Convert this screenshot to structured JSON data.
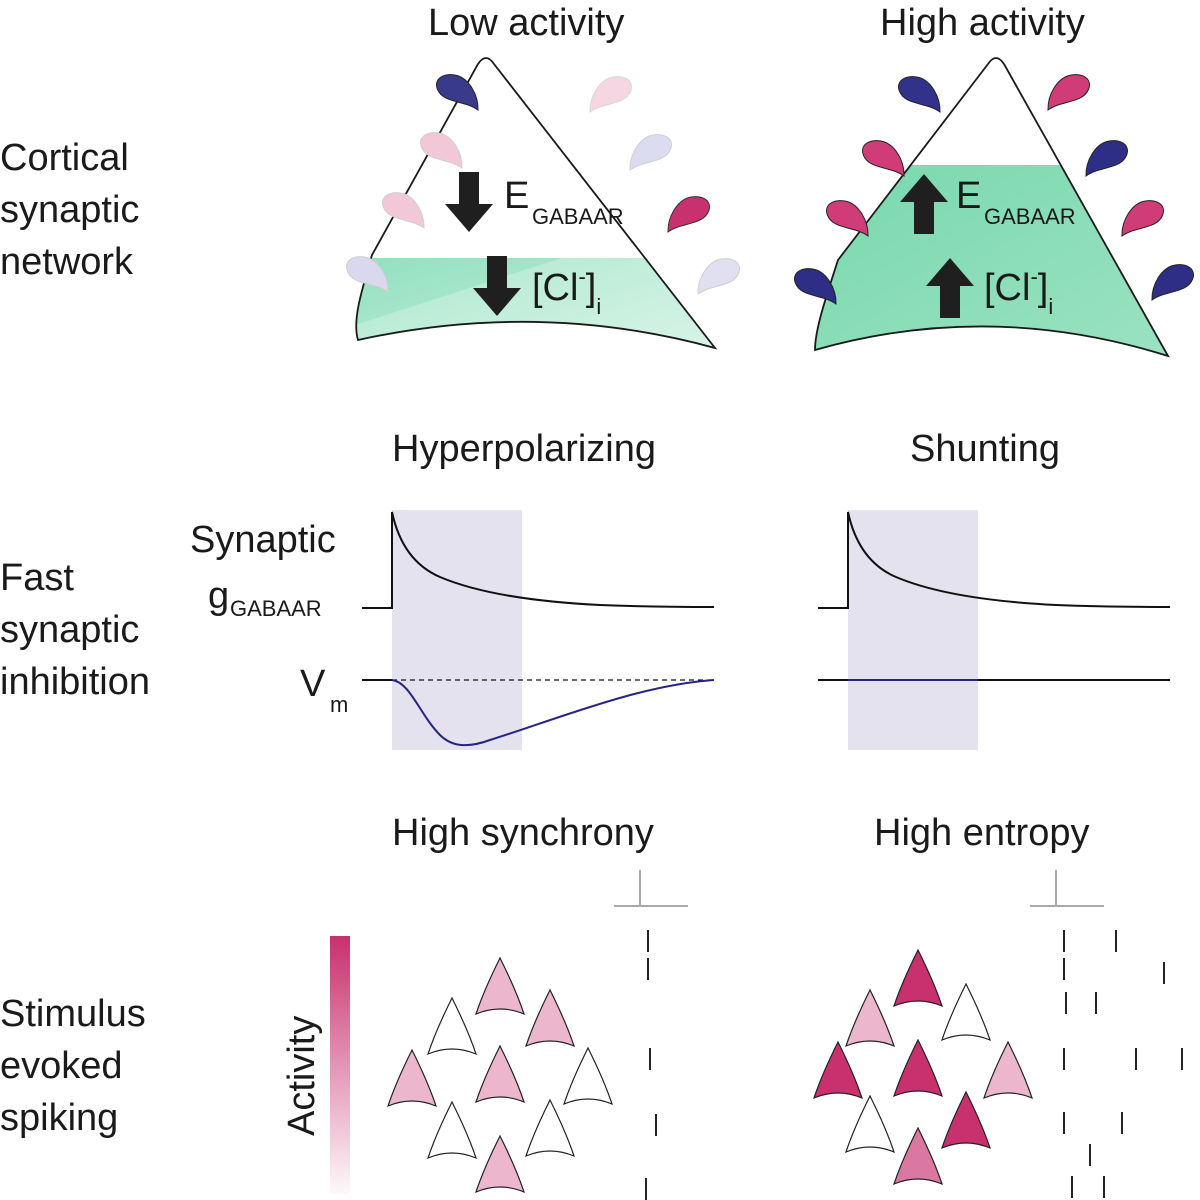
{
  "rows": {
    "network": [
      "Cortical",
      "synaptic",
      "network"
    ],
    "inhibition": [
      "Fast",
      "synaptic",
      "inhibition"
    ],
    "spiking": [
      "Stimulus",
      "evoked",
      "spiking"
    ]
  },
  "panels": {
    "low_activity": {
      "title": "Low activity",
      "e_label": "E",
      "e_sub": "GABAAR",
      "cl_label": "[Cl",
      "cl_sup": "-",
      "cl_close": "]",
      "cl_sub": "i",
      "arrow_direction": "down"
    },
    "high_activity": {
      "title": "High activity",
      "e_label": "E",
      "e_sub": "GABAAR",
      "cl_label": "[Cl",
      "cl_sup": "-",
      "cl_close": "]",
      "cl_sub": "i",
      "arrow_direction": "up"
    },
    "hyperpolarizing": {
      "title": "Hyperpolarizing",
      "g_label_top": "Synaptic",
      "g_label": "g",
      "g_sub": "GABAAR",
      "vm_label": "V",
      "vm_sub": "m"
    },
    "shunting": {
      "title": "Shunting"
    },
    "high_synchrony": {
      "title": "High synchrony"
    },
    "high_entropy": {
      "title": "High entropy"
    }
  },
  "activity_scale_label": "Activity",
  "colors": {
    "green": "#7fdcb3",
    "lavender": "#e4e2ef",
    "trace": "#111111",
    "vm_trace": "#262680",
    "magenta": "#c8306e",
    "navy": "#2a2a7a",
    "scalebar": "#aaaaaa"
  }
}
